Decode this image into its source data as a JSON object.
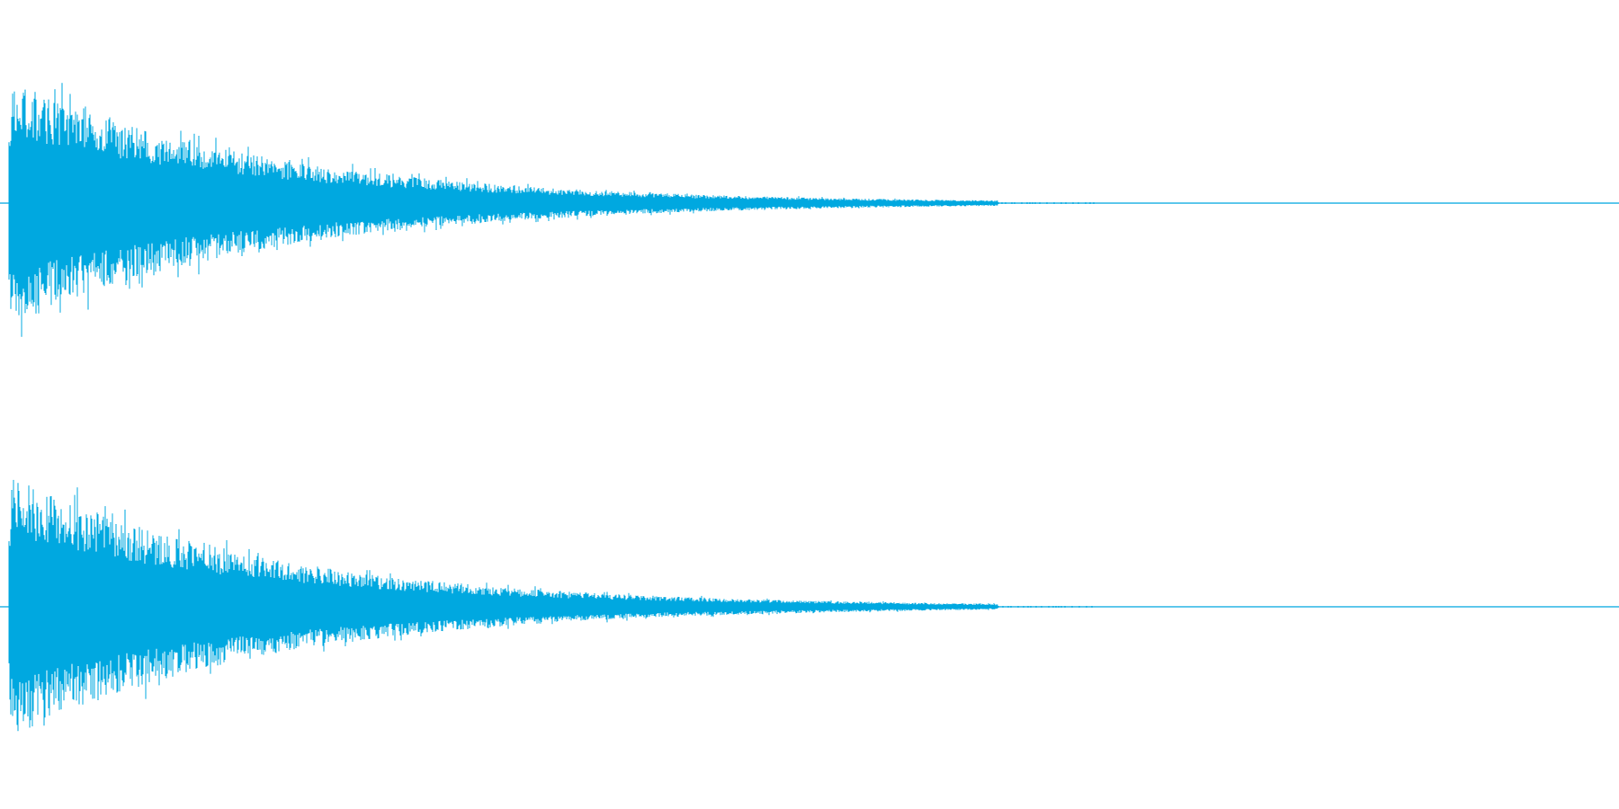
{
  "waveform": {
    "color": "#00a8e0",
    "background": "#ffffff",
    "channels": [
      {
        "channel": "left"
      },
      {
        "channel": "right"
      }
    ],
    "envelope": {
      "shape": "exponential-decay",
      "peak_amplitude": 0.98,
      "decay_end_fraction": 0.55
    }
  }
}
